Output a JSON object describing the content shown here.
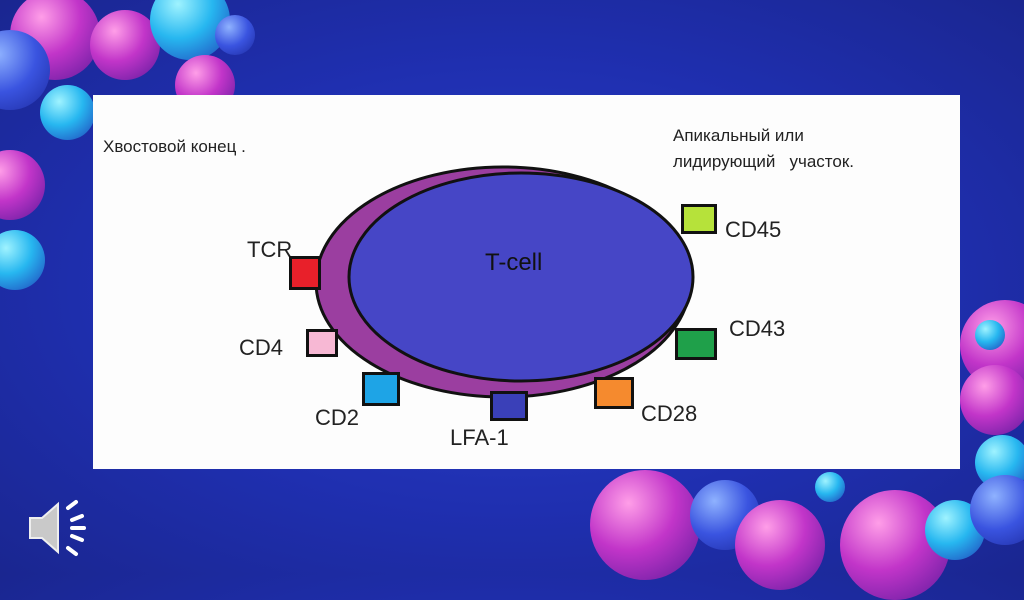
{
  "diagram": {
    "caption_left": "Хвостовой конец .",
    "caption_right": "Апикальный или\nлидирующий   участок.",
    "cell_label": "T-cell",
    "markers": [
      {
        "id": "tcr",
        "label": "TCR",
        "color": "#e8202a"
      },
      {
        "id": "cd4",
        "label": "CD4",
        "color": "#f7b8d4"
      },
      {
        "id": "cd2",
        "label": "CD2",
        "color": "#1ea4e6"
      },
      {
        "id": "lfa1",
        "label": "LFA-1",
        "color": "#3a40b8"
      },
      {
        "id": "cd28",
        "label": "CD28",
        "color": "#f58a2e"
      },
      {
        "id": "cd43",
        "label": "CD43",
        "color": "#1fa04a"
      },
      {
        "id": "cd45",
        "label": "CD45",
        "color": "#b6e23a"
      }
    ],
    "colors": {
      "outer_ellipse": "#9b3ea0",
      "inner_ellipse": "#4646c6"
    }
  },
  "audio": {
    "icon": "speaker-icon"
  }
}
